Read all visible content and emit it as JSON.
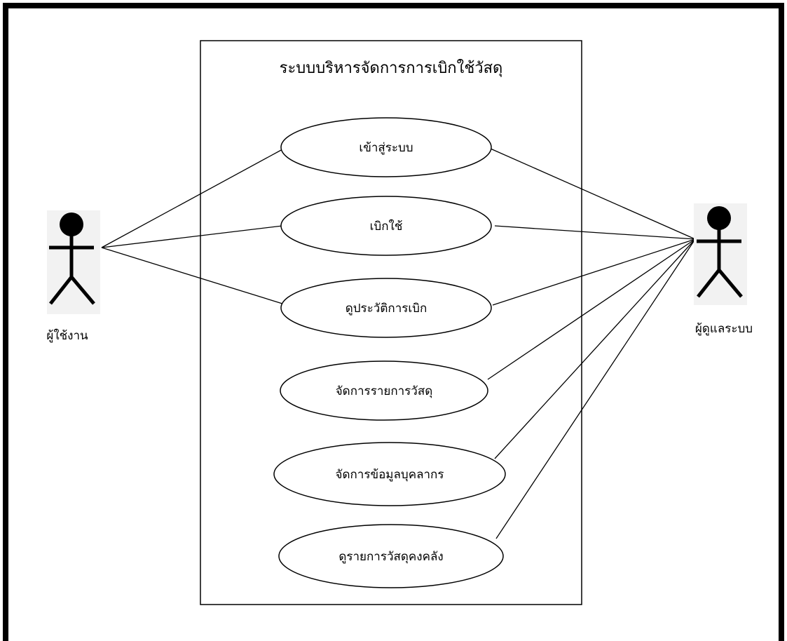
{
  "system": {
    "title": "ระบบบริหารจัดการการเบิกใช้วัสดุ"
  },
  "actors": {
    "user": {
      "label": "ผู้ใช้งาน",
      "icon": "stick-figure-icon"
    },
    "admin": {
      "label": "ผู้ดูแลระบบ",
      "icon": "stick-figure-icon"
    }
  },
  "use_cases": [
    {
      "label": "เข้าสู่ระบบ"
    },
    {
      "label": "เบิกใช้"
    },
    {
      "label": "ดูประวัติการเบิก"
    },
    {
      "label": "จัดการรายการวัสดุ"
    },
    {
      "label": "จัดการข้อมูลบุคลากร"
    },
    {
      "label": "ดูรายการวัสดุคงคลัง"
    }
  ],
  "associations": {
    "user": [
      0,
      1,
      2
    ],
    "admin": [
      0,
      1,
      2,
      3,
      4,
      5
    ]
  },
  "colors": {
    "line": "#000000",
    "actor_bg": "#f2f2f2",
    "background": "#ffffff"
  }
}
